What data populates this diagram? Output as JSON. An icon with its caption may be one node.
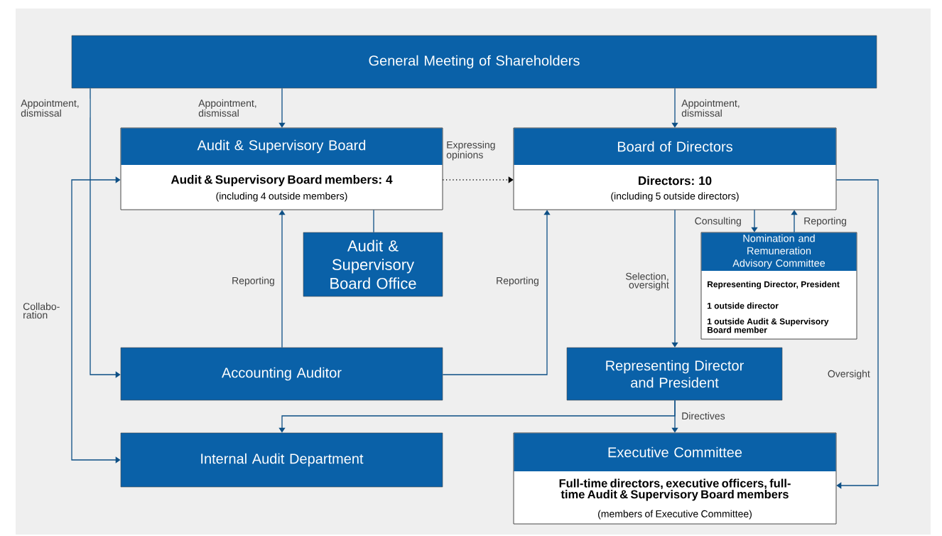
{
  "diagram": {
    "nodes": [
      {
        "text": [
          "General Meeting of Shareholders"
        ]
      },
      {
        "text": [
          "Audit & Supervisory Board",
          "Audit & Supervisory Board members: 4",
          "(including 4 outside members)"
        ]
      },
      {
        "text": [
          "Board of Directors",
          "Directors: 10",
          "(including 5 outside directors)"
        ]
      },
      {
        "text": [
          "Audit & Supervisory Board Office"
        ]
      },
      {
        "text": [
          "Nomination and Remuneration Advisory Committee",
          "Representing Director, President",
          "1 outside director",
          "1 outside Audit & Supervisory Board member"
        ]
      },
      {
        "text": [
          "Accounting Auditor"
        ]
      },
      {
        "text": [
          "Representing Director and President"
        ]
      },
      {
        "text": [
          "Internal Audit Department"
        ]
      },
      {
        "text": [
          "Executive Committee",
          "Full-time directors, executive officers, full-time Audit & Supervisory Board members",
          "(members of Executive Committee)"
        ]
      }
    ],
    "edges": [
      {
        "from": 0,
        "to": 1,
        "arrow": "to",
        "label": "Appointment, dismissal"
      },
      {
        "from": 0,
        "to": 2,
        "arrow": "to",
        "label": "Appointment, dismissal"
      },
      {
        "from": 0,
        "to": 5,
        "arrow": "to",
        "label": "Appointment, dismissal"
      },
      {
        "from": 1,
        "to": 2,
        "arrow": "to",
        "label": "Expressing opinions",
        "style": "dashed",
        "color": "#000000"
      },
      {
        "from": 1,
        "to": 3,
        "arrow": "none"
      },
      {
        "from": 5,
        "to": 1,
        "arrow": "to",
        "label": "Reporting"
      },
      {
        "from": 5,
        "to": 2,
        "arrow": "to",
        "label": "Reporting"
      },
      {
        "from": 2,
        "to": 4,
        "arrow": "to",
        "label": "Consulting"
      },
      {
        "from": 4,
        "to": 2,
        "arrow": "to",
        "label": "Reporting"
      },
      {
        "from": 2,
        "to": 6,
        "arrow": "to",
        "label": "Selection, oversight"
      },
      {
        "from": 2,
        "to": 8,
        "arrow": "to",
        "label": "Oversight"
      },
      {
        "from": 6,
        "to": 7,
        "arrow": "to"
      },
      {
        "from": 6,
        "to": 8,
        "arrow": "to",
        "label": "Directives"
      },
      {
        "from": 1,
        "to": 7,
        "arrow": "both",
        "label": "Collabo- ration"
      }
    ]
  }
}
